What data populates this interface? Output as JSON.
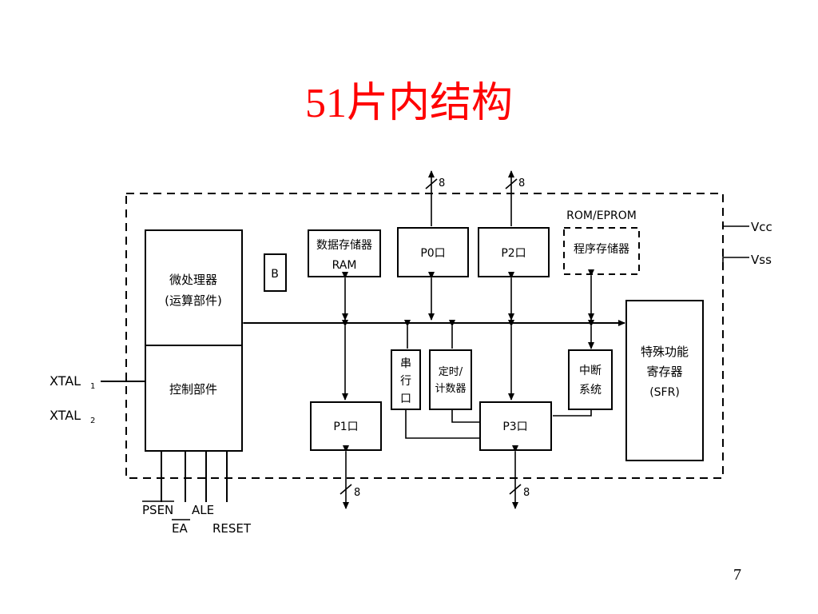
{
  "slide": {
    "title": "51片内结构",
    "title_color": "#ff0000",
    "page_number": "7"
  },
  "diagram": {
    "blocks": {
      "cpu": {
        "line1": "微处理器",
        "line2": "(运算部件)"
      },
      "control": {
        "label": "控制部件"
      },
      "b_reg": {
        "label": "B"
      },
      "ram": {
        "line1": "数据存储器",
        "line2": "RAM"
      },
      "p0": {
        "label": "P0口"
      },
      "p2": {
        "label": "P2口"
      },
      "rom": {
        "header": "ROM/EPROM",
        "label": "程序存储器"
      },
      "sfr": {
        "line1": "特殊功能",
        "line2": "寄存器",
        "line3": "(SFR)"
      },
      "serial": {
        "line1": "串",
        "line2": "行",
        "line3": "口"
      },
      "timer": {
        "line1": "定时/",
        "line2": "计数器"
      },
      "interrupt": {
        "line1": "中断",
        "line2": "系统"
      },
      "p1": {
        "label": "P1口"
      },
      "p3": {
        "label": "P3口"
      }
    },
    "bus_width": "8",
    "signals": {
      "vcc": "Vcc",
      "vss": "Vss",
      "xtal1": "XTAL",
      "xtal1_sub": "1",
      "xtal2": "XTAL",
      "xtal2_sub": "2",
      "psen": "PSEN",
      "ea": "EA",
      "ale": "ALE",
      "reset": "RESET"
    }
  }
}
